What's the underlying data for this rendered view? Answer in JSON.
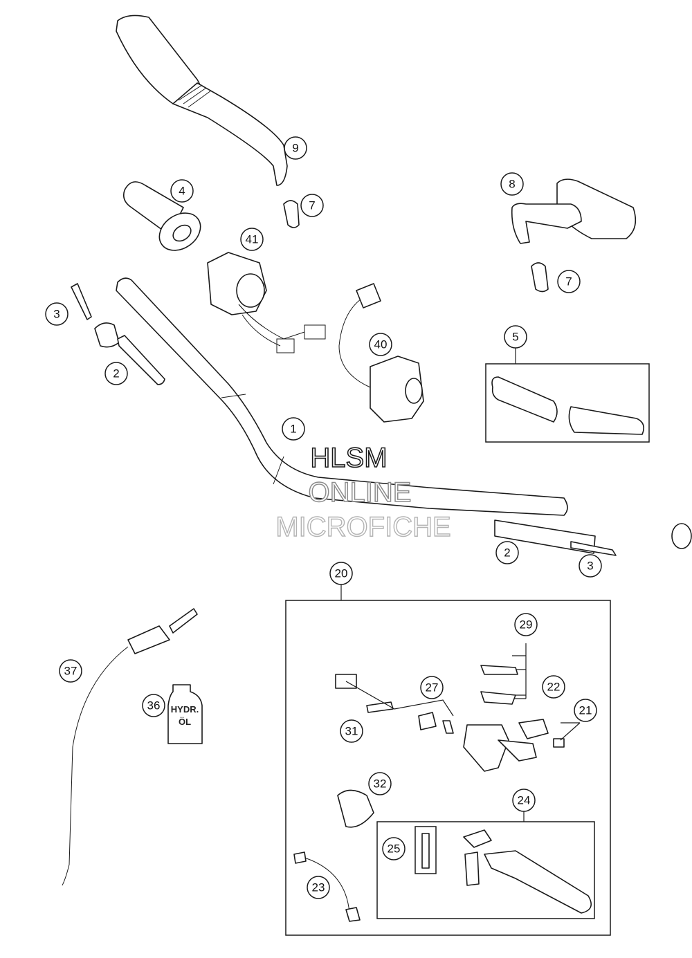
{
  "diagram": {
    "callouts": [
      {
        "id": "9",
        "label": "9"
      },
      {
        "id": "4",
        "label": "4"
      },
      {
        "id": "7a",
        "label": "7"
      },
      {
        "id": "8",
        "label": "8"
      },
      {
        "id": "7b",
        "label": "7"
      },
      {
        "id": "41",
        "label": "41"
      },
      {
        "id": "3a",
        "label": "3"
      },
      {
        "id": "2a",
        "label": "2"
      },
      {
        "id": "40",
        "label": "40"
      },
      {
        "id": "5",
        "label": "5"
      },
      {
        "id": "1",
        "label": "1"
      },
      {
        "id": "2b",
        "label": "2"
      },
      {
        "id": "3b",
        "label": "3"
      },
      {
        "id": "20",
        "label": "20"
      },
      {
        "id": "29",
        "label": "29"
      },
      {
        "id": "37",
        "label": "37"
      },
      {
        "id": "27",
        "label": "27"
      },
      {
        "id": "22",
        "label": "22"
      },
      {
        "id": "36",
        "label": "36"
      },
      {
        "id": "21",
        "label": "21"
      },
      {
        "id": "31",
        "label": "31"
      },
      {
        "id": "32",
        "label": "32"
      },
      {
        "id": "24",
        "label": "24"
      },
      {
        "id": "25",
        "label": "25"
      },
      {
        "id": "23",
        "label": "23"
      }
    ],
    "bottle_label_line1": "HYDR.",
    "bottle_label_line2": "ÖL"
  },
  "watermark": {
    "line1": "HLSM",
    "line2": "ONLINE",
    "line3": "MICROFICHE"
  }
}
